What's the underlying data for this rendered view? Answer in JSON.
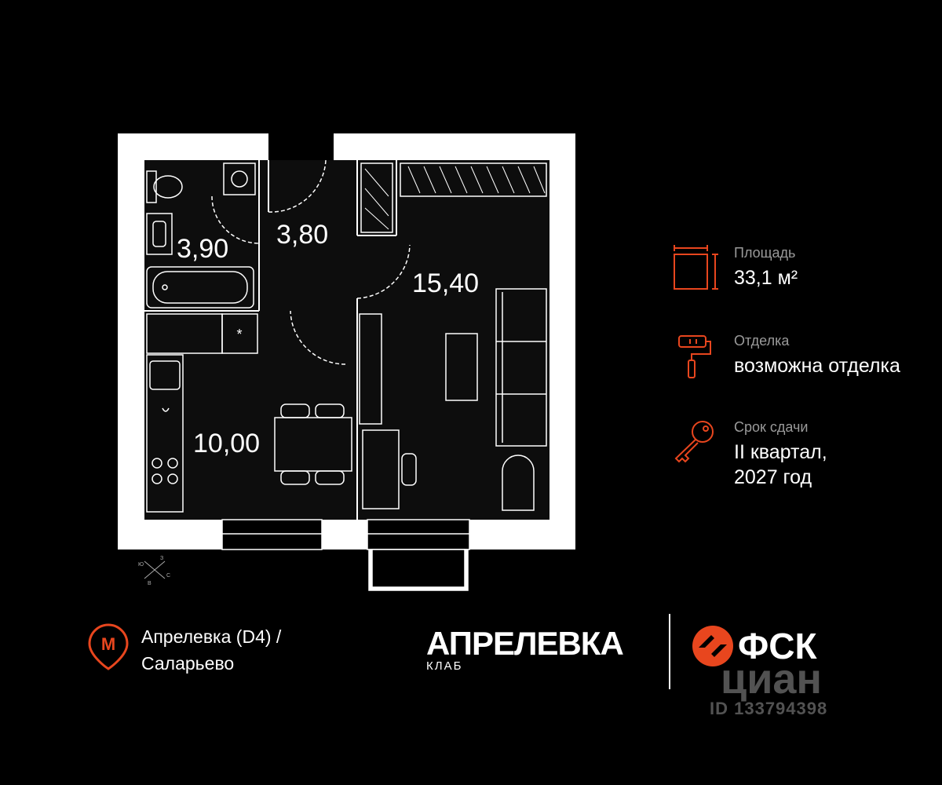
{
  "rooms": [
    {
      "name": "bathroom",
      "area": "3,90"
    },
    {
      "name": "hallway",
      "area": "3,80"
    },
    {
      "name": "living-room",
      "area": "15,40"
    },
    {
      "name": "kitchen",
      "area": "10,00"
    }
  ],
  "info": {
    "area_label": "Площадь",
    "area_value": "33,1 м²",
    "finish_label": "Отделка",
    "finish_value": "возможна отделка",
    "delivery_label": "Срок сдачи",
    "delivery_value_line1": "II квартал,",
    "delivery_value_line2": "2027 год"
  },
  "metro": {
    "line1": "Апрелевка (D4)  /",
    "line2": "Саларьево"
  },
  "brand": {
    "name": "АПРЕЛЕВКА",
    "sub": "КЛАБ"
  },
  "developer": {
    "name": "ФСК"
  },
  "watermark": {
    "name": "циан",
    "id": "ID 133794398"
  },
  "compass": {
    "n": "З",
    "s": "В",
    "e": "С",
    "w": "Ю"
  },
  "colors": {
    "accent": "#e8461e",
    "background": "#000000",
    "wall": "#ffffff"
  },
  "icons": {
    "area": "area-frame-icon",
    "finish": "paint-roller-icon",
    "delivery": "key-icon",
    "metro": "metro-pin-icon",
    "developer": "fsk-logo-icon"
  }
}
